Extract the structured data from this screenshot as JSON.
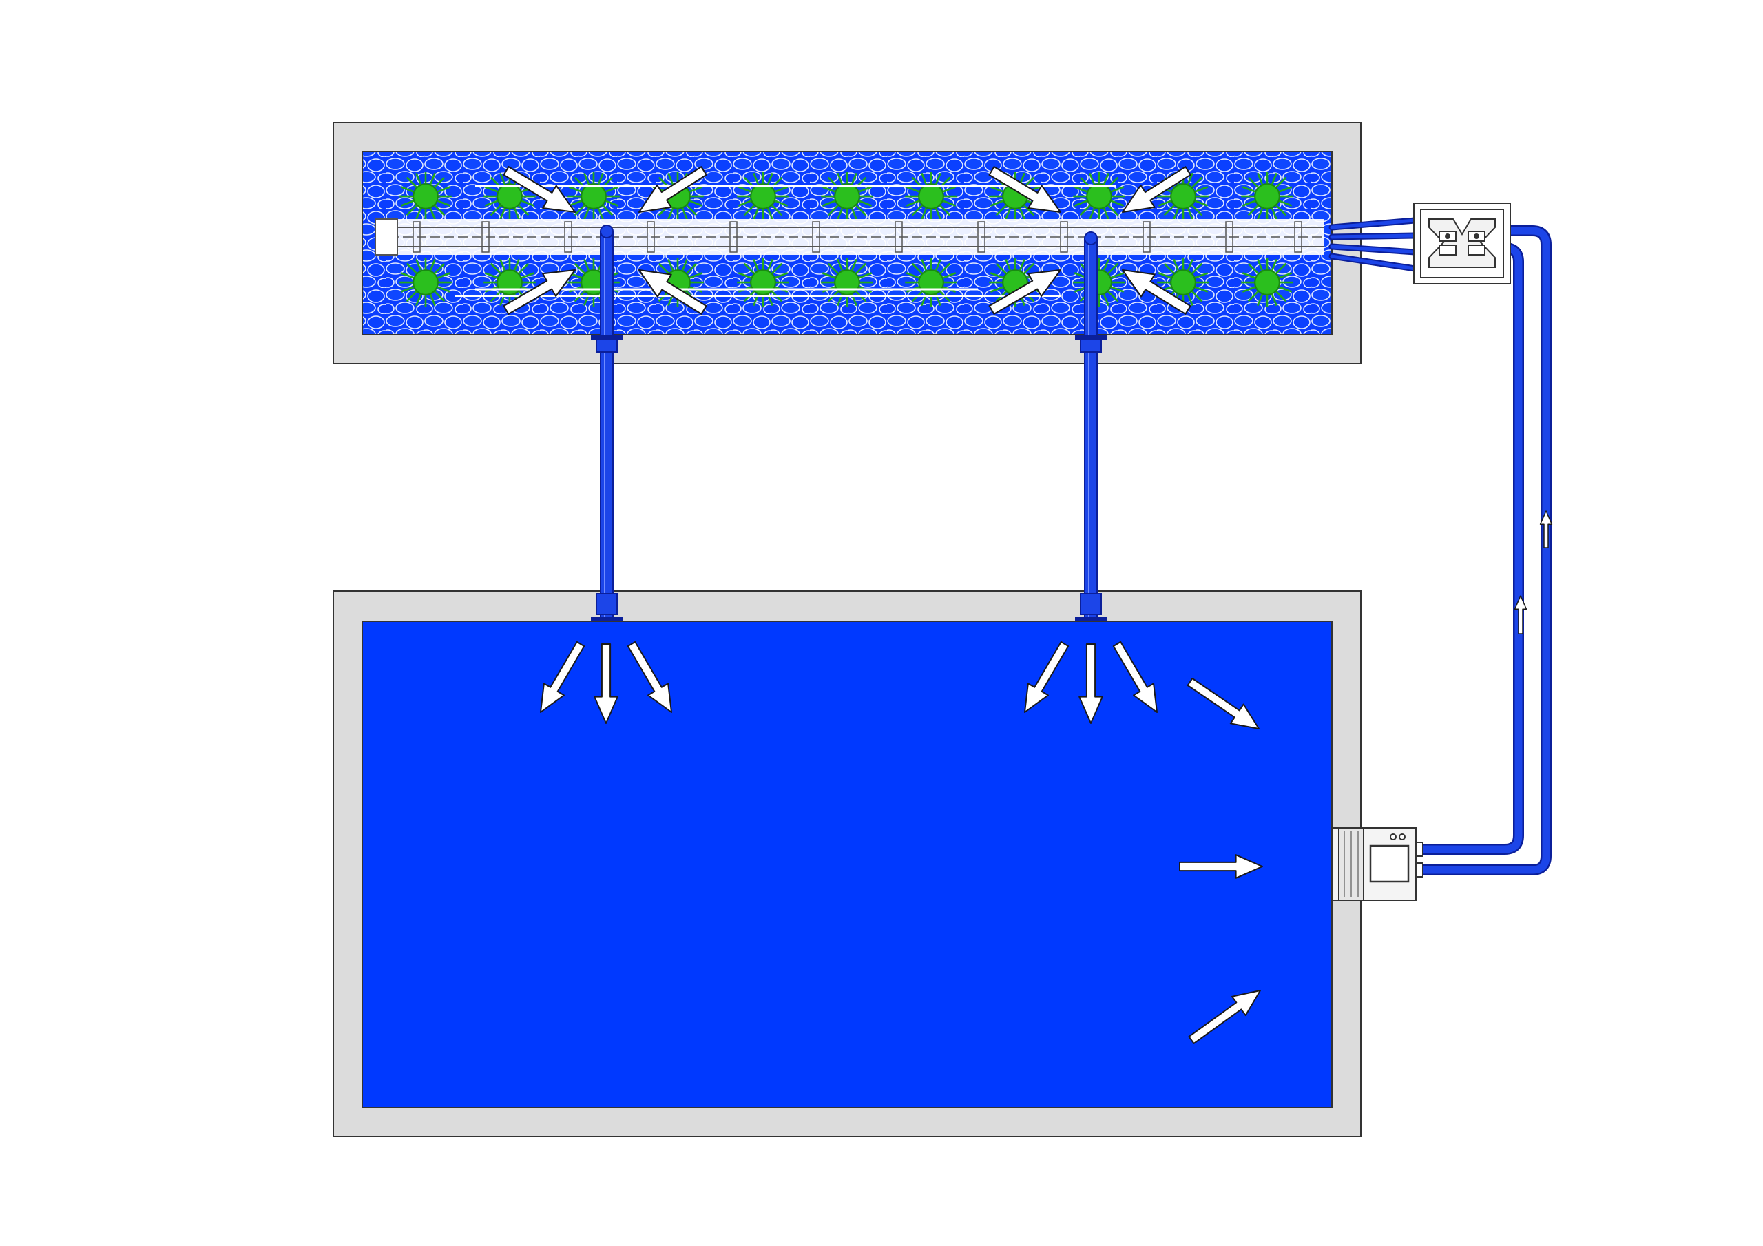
{
  "colors": {
    "water": "#0039ff",
    "pipe": "#1c45e8",
    "pipe_dark": "#0b1f9a",
    "concrete": "#dcdcdc",
    "outline": "#333333",
    "plant": "#2bbf1e",
    "plant_dark": "#1a8a12",
    "arrow_fill": "#ffffff",
    "arrow_stroke": "#1a1a1a",
    "gravel_line": "#d8e4ff",
    "background": "#ffffff"
  },
  "icons": {
    "plant": "aquatic-plant-icon",
    "arrow": "flow-arrow-icon",
    "pump": "pump-unit-icon",
    "junction": "pipe-junction-box-icon",
    "skimmer": "skimmer-unit-icon"
  },
  "components": {
    "top_basin": "regeneration-basin",
    "bottom_pool": "swimming-pool",
    "pipes": "connecting-pipes"
  }
}
